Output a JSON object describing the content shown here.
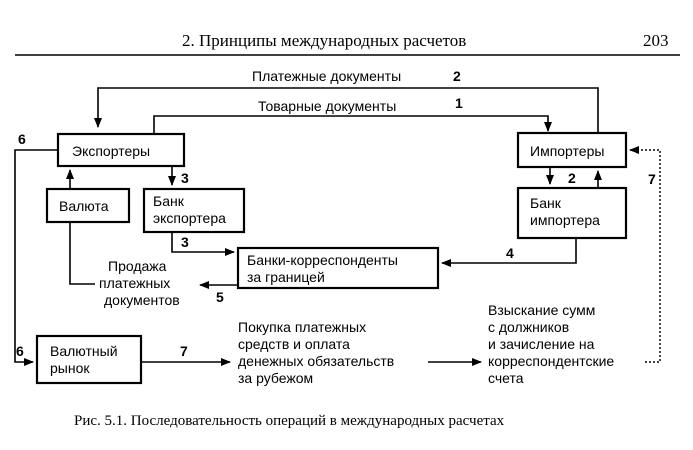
{
  "header": {
    "title": "2. Принципы международных расчетов",
    "page_number": "203"
  },
  "boxes": {
    "exporters": "Экспортеры",
    "importers": "Импортеры",
    "currency": "Валюта",
    "exporter_bank": [
      "Банк",
      "экспортера"
    ],
    "importer_bank": [
      "Банк",
      "импортера"
    ],
    "correspondent_banks": [
      "Банки-корреспонденты",
      "за границей"
    ],
    "fx_market": [
      "Валютный",
      "рынок"
    ]
  },
  "labels": {
    "payment_docs": "Платежные документы",
    "goods_docs": "Товарные документы",
    "sale_docs": [
      "Продажа",
      "платежных",
      "документов"
    ],
    "purchase": [
      "Покупка платежных",
      "средств и оплата",
      "денежных обязательств",
      "за рубежом"
    ],
    "recovery": [
      "Взыскание сумм",
      "с должников",
      "и зачисление на",
      "корреспондентские",
      "счета"
    ]
  },
  "steps": {
    "s1": "1",
    "s2_top": "2",
    "s2_right": "2",
    "s3_a": "3",
    "s3_b": "3",
    "s4": "4",
    "s5": "5",
    "s6_top": "6",
    "s6_bottom": "6",
    "s7_mid": "7",
    "s7_right": "7"
  },
  "caption": "Рис. 5.1. Последовательность операций в международных расчетах"
}
